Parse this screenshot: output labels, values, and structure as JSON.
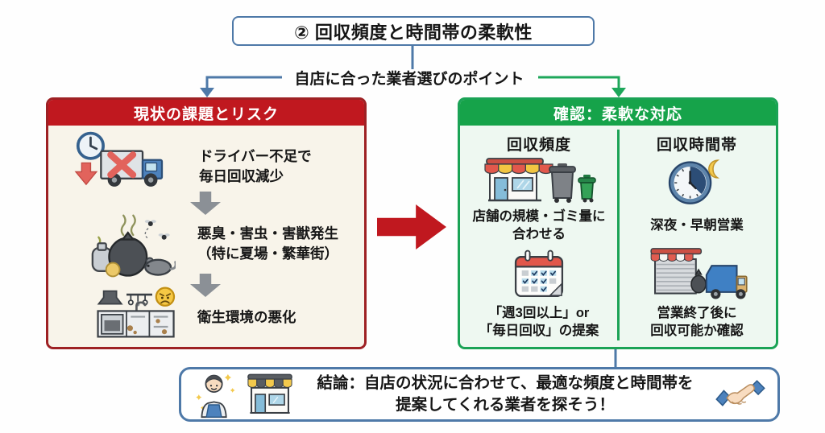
{
  "title": "② 回収頻度と時間帯の柔軟性",
  "subtitle": "自店に合った業者選びのポイント",
  "left_panel": {
    "header": "現状の課題とリスク",
    "items": [
      {
        "icon": "clock-truck-crossed-icon",
        "text": "ドライバー不足で\n毎日回収減少"
      },
      {
        "icon": "garbage-bag-pests-icon",
        "text": "悪臭・害虫・害獣発生\n（特に夏場・繁華街）"
      },
      {
        "icon": "dirty-kitchen-icon",
        "text": "衛生環境の悪化"
      }
    ]
  },
  "right_panel": {
    "header": "確認：柔軟な対応",
    "columns": [
      {
        "heading": "回収頻度",
        "items": [
          {
            "icon": "storefront-bins-icon",
            "text": "店舗の規模・ゴミ量に\n合わせる"
          },
          {
            "icon": "calendar-check-icon",
            "text": "「週3回以上」or\n「毎日回収」の提案"
          }
        ]
      },
      {
        "heading": "回収時間帯",
        "items": [
          {
            "icon": "clock-moon-icon",
            "text": "深夜・早朝営業"
          },
          {
            "icon": "shuttered-store-truck-icon",
            "text": "営業終了後に\n回収可能か確認"
          }
        ]
      }
    ]
  },
  "conclusion": {
    "icons": [
      "shopkeeper-icon",
      "storefront-icon",
      "handshake-icon"
    ],
    "text": "結論：自店の状況に合わせて、最適な頻度と時間帯を\n提案してくれる業者を探そう！"
  },
  "flow_icons": [
    "red-right-arrow-icon",
    "gray-down-arrow-icon"
  ],
  "colors": {
    "accent_blue": "#4e79a8",
    "accent_green": "#16a34a",
    "risk_red": "#c0181f",
    "left_panel_border": "#9e2124",
    "left_panel_bg": "#f8f4ea",
    "right_panel_border": "#1ba356",
    "right_panel_bg": "#eef8f1",
    "gray_arrow": "#8b9096",
    "text": "#161616"
  }
}
